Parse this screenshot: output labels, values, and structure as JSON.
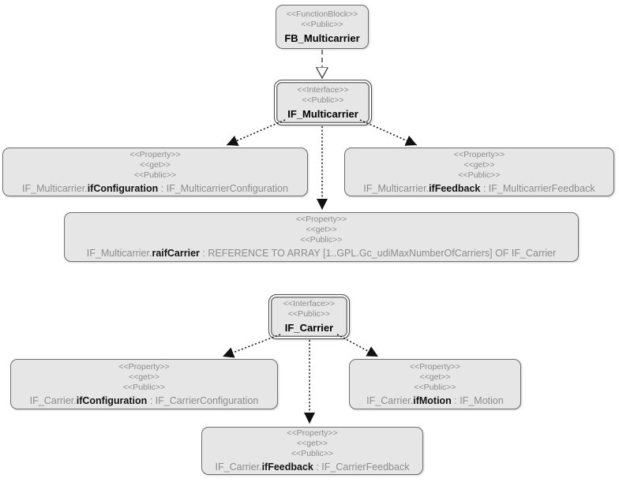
{
  "diagram": {
    "colors": {
      "node_fill": "#e6e6e6",
      "node_border": "#6e6e6e",
      "stereotype_text": "#8c8c8c",
      "signature_text": "#8c8c8c",
      "name_text": "#000000",
      "edge": "#1a1a1a"
    },
    "nodes": [
      {
        "stereotype1": "<<FunctionBlock>>",
        "stereotype2": "<<Public>>",
        "title": "FB_Multicarrier"
      },
      {
        "stereotype1": "<<Interface>>",
        "stereotype2": "<<Public>>",
        "title": "IF_Multicarrier"
      },
      {
        "stereotype1": "<<Property>>",
        "stereotype2": "<<get>>",
        "stereotype3": "<<Public>>",
        "owner": "IF_Multicarrier.",
        "member": "ifConfiguration",
        "type": " : IF_MulticarrierConfiguration"
      },
      {
        "stereotype1": "<<Property>>",
        "stereotype2": "<<get>>",
        "stereotype3": "<<Public>>",
        "owner": "IF_Multicarrier.",
        "member": "ifFeedback",
        "type": " : IF_MulticarrierFeedback"
      },
      {
        "stereotype1": "<<Property>>",
        "stereotype2": "<<get>>",
        "stereotype3": "<<Public>>",
        "owner": "IF_Multicarrier.",
        "member": "raifCarrier",
        "type": " : REFERENCE TO ARRAY [1..GPL.Gc_udiMaxNumberOfCarriers] OF IF_Carrier"
      },
      {
        "stereotype1": "<<Interface>>",
        "stereotype2": "<<Public>>",
        "title": "IF_Carrier"
      },
      {
        "stereotype1": "<<Property>>",
        "stereotype2": "<<get>>",
        "stereotype3": "<<Public>>",
        "owner": "IF_Carrier.",
        "member": "ifConfiguration",
        "type": " : IF_CarrierConfiguration"
      },
      {
        "stereotype1": "<<Property>>",
        "stereotype2": "<<get>>",
        "stereotype3": "<<Public>>",
        "owner": "IF_Carrier.",
        "member": "ifMotion",
        "type": " : IF_Motion"
      },
      {
        "stereotype1": "<<Property>>",
        "stereotype2": "<<get>>",
        "stereotype3": "<<Public>>",
        "owner": "IF_Carrier.",
        "member": "ifFeedback",
        "type": " : IF_CarrierFeedback"
      }
    ],
    "edges": [
      {
        "from": "FB_Multicarrier",
        "to": "IF_Multicarrier",
        "style": "dashed-hollow-arrow"
      },
      {
        "from": "IF_Multicarrier",
        "to": "IF_Multicarrier.ifConfiguration",
        "style": "dotted-filled-arrow"
      },
      {
        "from": "IF_Multicarrier",
        "to": "IF_Multicarrier.raifCarrier",
        "style": "dotted-filled-arrow"
      },
      {
        "from": "IF_Multicarrier",
        "to": "IF_Multicarrier.ifFeedback",
        "style": "dotted-filled-arrow"
      },
      {
        "from": "IF_Carrier",
        "to": "IF_Carrier.ifConfiguration",
        "style": "dotted-filled-arrow"
      },
      {
        "from": "IF_Carrier",
        "to": "IF_Carrier.ifFeedback",
        "style": "dotted-filled-arrow"
      },
      {
        "from": "IF_Carrier",
        "to": "IF_Carrier.ifMotion",
        "style": "dotted-filled-arrow"
      }
    ]
  }
}
